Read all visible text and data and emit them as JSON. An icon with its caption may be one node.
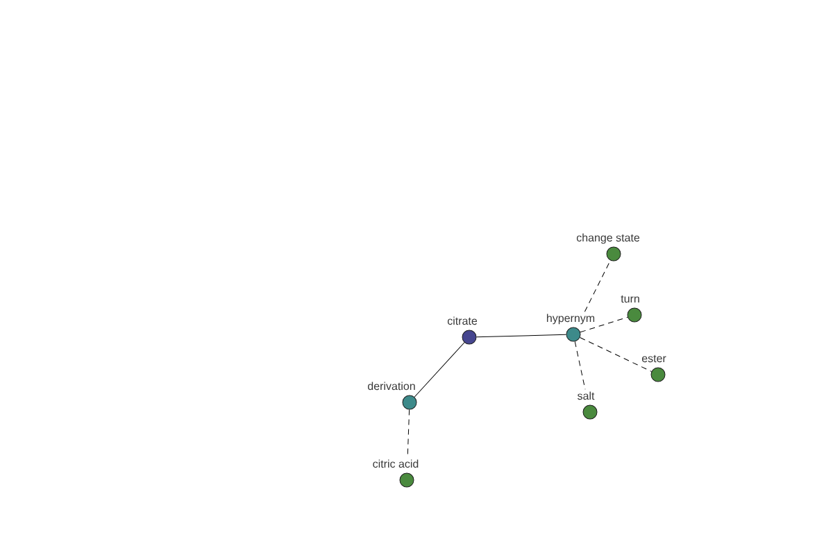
{
  "diagram": {
    "nodes": [
      {
        "text": [
          "change state"
        ]
      },
      {
        "text": [
          "turn"
        ]
      },
      {
        "text": [
          "hypernym"
        ]
      },
      {
        "text": [
          "citrate"
        ]
      },
      {
        "text": [
          "ester"
        ]
      },
      {
        "text": [
          "derivation"
        ]
      },
      {
        "text": [
          "salt"
        ]
      },
      {
        "text": [
          "citric acid"
        ]
      }
    ],
    "edges": [
      {
        "from": 3,
        "to": 2,
        "arrow": "none"
      },
      {
        "from": 3,
        "to": 5,
        "arrow": "none"
      },
      {
        "from": 2,
        "to": 0,
        "arrow": "none",
        "style": "dashed"
      },
      {
        "from": 2,
        "to": 1,
        "arrow": "none",
        "style": "dashed"
      },
      {
        "from": 2,
        "to": 4,
        "arrow": "none",
        "style": "dashed"
      },
      {
        "from": 2,
        "to": 6,
        "arrow": "none",
        "style": "dashed"
      },
      {
        "from": 5,
        "to": 7,
        "arrow": "none",
        "style": "dashed"
      }
    ]
  }
}
